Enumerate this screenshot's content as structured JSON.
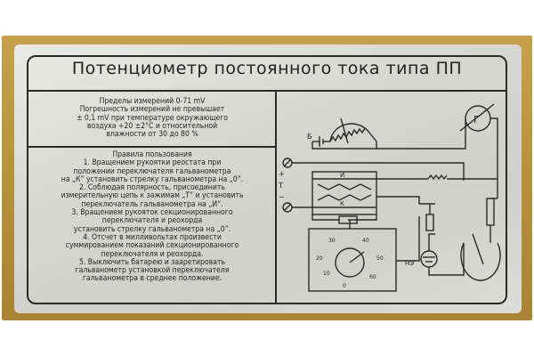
{
  "title": "Потенциометр постоянного тока типа ПП",
  "specs": {
    "lines": [
      "Пределы измерений 0-71 mV",
      "Погрешность измерений не превышает",
      "± 0,1 mV при температуре окружающего",
      "воздуха +20 ±2°С и относительной",
      "влажности от 30 до 80 %"
    ]
  },
  "usage": {
    "heading": "Правила пользования",
    "lines": [
      "1. Вращением рукоятки реостата при",
      "положении переключателя гальванометра",
      "на „К” установить стрелку гальванометра на „0”.",
      "2. Соблюдая полярность, присоединить",
      "измерительную цепь к зажимам „Т” и установить",
      "переключатель гальванометра на „И”.",
      "3. Вращением рукояток секционированного",
      "переключателя и реохорда",
      "установить стрелку гальванометра на „0”.",
      "4. Отсчет в милливольтах произвести",
      "суммированием показаний секционированного",
      "переключателя и реохорда.",
      "5. Выключить батарею и зааретировать",
      "гальванометр установкой переключателя",
      "гальванометра в среднее положение."
    ]
  },
  "schematic": {
    "galvanometer": "Г",
    "battery": "Б",
    "terminal_t": "Т",
    "plus": "+",
    "minus": "−",
    "switch_i": "И",
    "switch_k": "К",
    "normal_cell": "НЭ",
    "dial_scale": [
      "0",
      "10",
      "20",
      "30",
      "40",
      "50",
      "60"
    ]
  }
}
